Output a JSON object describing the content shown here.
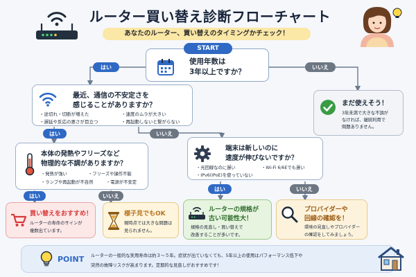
{
  "header": {
    "title": "ルーター買い替え診断フローチャート",
    "subtitle": "あなたのルーター、買い替えのタイミングかチェック！"
  },
  "start": {
    "badge": "START",
    "question_line1": "使用年数は",
    "question_line2": "3年以上ですか？"
  },
  "labels": {
    "yes": "はい",
    "no": "いいえ"
  },
  "q_connection": {
    "line1": "最近、通信の不安定さを",
    "line2": "感じることがありますか？",
    "bullets": [
      "・途切れ・切断が増えた",
      "・速度のムラが大きい",
      "・遅延や反応の悪さが目立つ",
      "・再起動しないと繋がらない"
    ]
  },
  "still_usable": {
    "title": "まだ使えそう！",
    "line1": "3年未満で大きな不調が",
    "line2": "なければ、継続利用で",
    "line3": "問題ありません。"
  },
  "q_physical": {
    "line1": "本体の発熱やフリーズなど",
    "line2": "物理的な不調がありますか？",
    "bullets": [
      "・発熱が強い",
      "・フリーズや操作不能",
      "・ランプや再起動が不自然",
      "・電源が不安定"
    ]
  },
  "q_device": {
    "line1": "端末は新しいのに",
    "line2": "速度が伸びないですか？",
    "bullets": [
      "・光回線なのに遅い",
      "・Wi-Fi 6/6Eでも遅い",
      "・IPv6(IPoE)を使っていない"
    ]
  },
  "result_replace": {
    "title": "買い替えをおすすめ！",
    "line1": "ルーターの寿命のサインが",
    "line2": "複数出ています。"
  },
  "result_wait": {
    "title": "様子見でもOK",
    "line1": "現時点では大きな問題は",
    "line2": "見られません。"
  },
  "result_spec": {
    "title_line1": "ルーターの規格が",
    "title_line2": "古い可能性大！",
    "line1": "規格の見直し・買い替えで",
    "line2": "改善することが多いです。"
  },
  "result_provider": {
    "title_line1": "プロバイダーや",
    "title_line2": "回線の確認を！",
    "line1": "環境の見直しやプロバイダー",
    "line2": "の確認をしてみましょう。"
  },
  "point": {
    "label": "POINT",
    "line1": "ルーターの一般的な実用寿命は約３～５年。症状が出ていなくても、5年以上の使用はパフォーマンス低下や",
    "line2": "突然の故障リスクが高まります。定期的な見直しがおすすめです！"
  },
  "colors": {
    "yes_blue": "#2f69c4",
    "no_gray": "#6d7683",
    "replace_pink": "#fde8e8",
    "replace_red": "#d63a3a",
    "wait_cream": "#fff5dc",
    "wait_brown": "#b9741f",
    "spec_green": "#e7f4e0",
    "spec_text": "#2d6b2a",
    "provider_cream": "#fdf3dd",
    "provider_brown": "#9a5a10",
    "point_bg": "#e6eef9",
    "point_blue": "#2f69c4"
  },
  "icons": [
    "router-icon",
    "person-illustration",
    "calendar-icon",
    "wifi-icon",
    "check-icon",
    "thermometer-icon",
    "gear-icon",
    "cart-icon",
    "hourglass-icon",
    "router-small-icon",
    "magnifier-icon",
    "lightbulb-icon",
    "house-icon"
  ]
}
